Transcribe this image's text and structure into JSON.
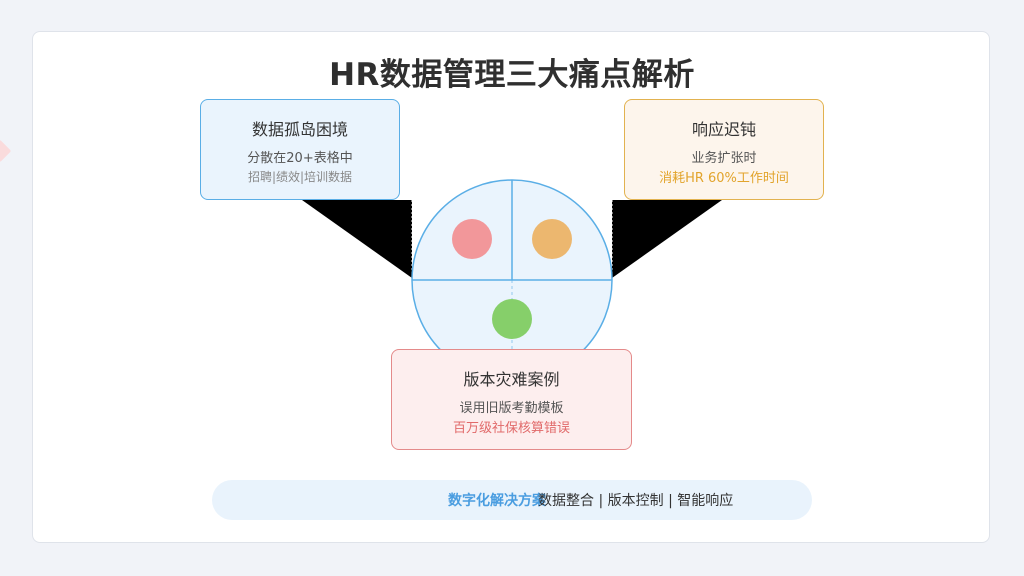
{
  "title": "HR数据管理三大痛点解析",
  "pain_points": {
    "silo": {
      "heading": "数据孤岛困境",
      "line1": "分散在20+表格中",
      "line2": "招聘|绩效|培训数据"
    },
    "slow": {
      "heading": "响应迟钝",
      "line1": "业务扩张时",
      "line2": "消耗HR 60%工作时间"
    },
    "version": {
      "heading": "版本灾难案例",
      "line1": "误用旧版考勤模板",
      "line2": "百万级社保核算错误"
    }
  },
  "solution": {
    "label": "数字化解决方案",
    "items": "数据整合 | 版本控制 | 智能响应"
  },
  "colors": {
    "blue": "#5aaee6",
    "orange": "#e2b24f",
    "red": "#e48a8a",
    "dot_red": "#f2979a",
    "dot_orange": "#ecb76f",
    "dot_green": "#86cf6a"
  }
}
